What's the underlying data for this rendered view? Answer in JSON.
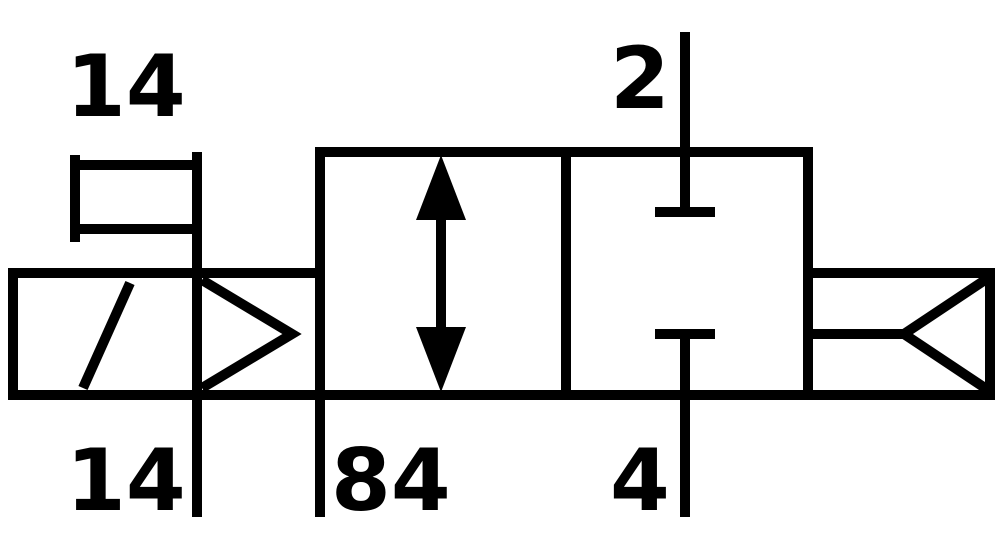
{
  "labels": {
    "pilot_top": "14",
    "pilot_bottom": "14",
    "port_84": "84",
    "port_2": "2",
    "port_4": "4"
  },
  "colors": {
    "line": "#000000",
    "background": "#ffffff"
  }
}
